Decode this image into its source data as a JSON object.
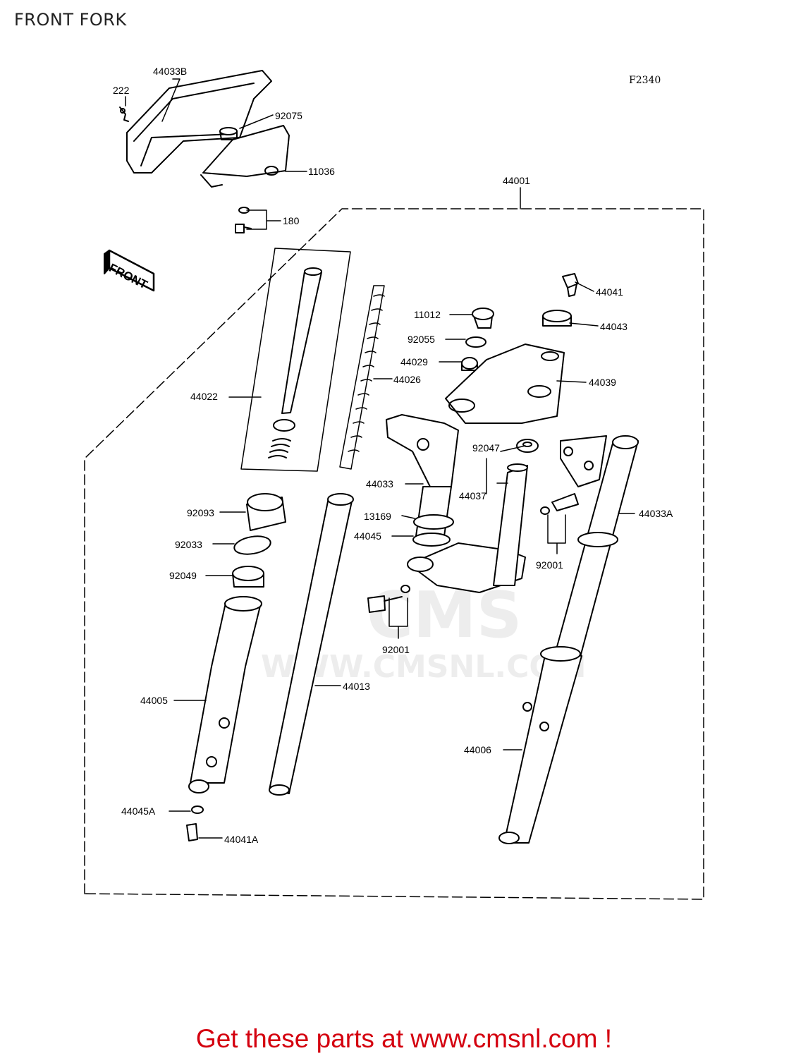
{
  "title": "FRONT FORK",
  "figure_ref": "F2340",
  "front_badge": "FRONT",
  "watermark": {
    "logo_text": "CMS",
    "url_text": "WWW.CMSNL.COM"
  },
  "part_numbers": {
    "p44033B": "44033B",
    "p222": "222",
    "p92075": "92075",
    "p11036": "11036",
    "p180": "180",
    "p44001": "44001",
    "p44041": "44041",
    "p44043": "44043",
    "p11012": "11012",
    "p92055": "92055",
    "p44029": "44029",
    "p44026": "44026",
    "p44039": "44039",
    "p44022": "44022",
    "p92047": "92047",
    "p44033": "44033",
    "p44037": "44037",
    "p13169": "13169",
    "p44045": "44045",
    "p92093": "92093",
    "p92033": "92033",
    "p92049": "92049",
    "p92001a": "92001",
    "p92001b": "92001",
    "p44033A": "44033A",
    "p44013": "44013",
    "p44005": "44005",
    "p44006": "44006",
    "p44045A": "44045A",
    "p44041A": "44041A"
  },
  "footer": "Get these parts at www.cmsnl.com !"
}
